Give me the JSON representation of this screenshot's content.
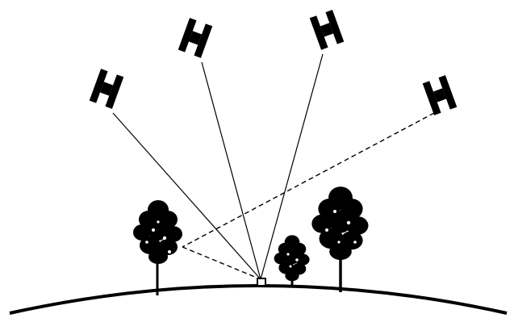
{
  "colors": {
    "background": "#ffffff",
    "ink": "#000000"
  },
  "diagram": {
    "satellites": [
      {
        "id": "satellite-1",
        "signal": "direct"
      },
      {
        "id": "satellite-2",
        "signal": "direct"
      },
      {
        "id": "satellite-3",
        "signal": "direct"
      },
      {
        "id": "satellite-4",
        "signal": "reflected"
      }
    ],
    "trees": [
      {
        "id": "tree-left",
        "role": "reflector"
      },
      {
        "id": "tree-center"
      },
      {
        "id": "tree-right"
      }
    ],
    "receiver": {
      "id": "gnss-receiver"
    },
    "ground": {
      "id": "earth-surface"
    }
  }
}
